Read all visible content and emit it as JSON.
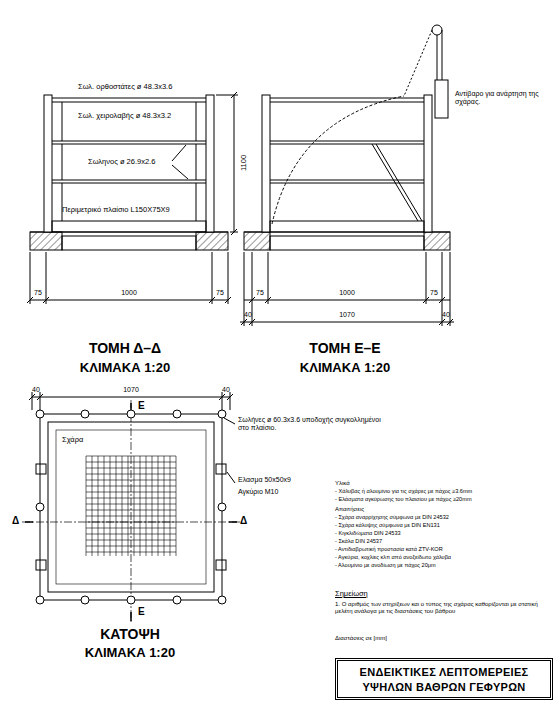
{
  "diagram": {
    "nodes": [
      {
        "text": [
          "ΕΝΔΕΙΚΤΙΚΕΣ ΛΕΠΤΟΜΕΡΕΙΕΣ ΥΨΗΛΩΝ ΒΑΘΡΩΝ ΓΕΦΥΡΩΝ"
        ]
      }
    ],
    "labels": [
      "Σωλ. ορθοστάτες ø 48.3x3.6",
      "Σωλ. χειρολαβής ø 48.3x3.2",
      "Σωληνος ø 26.9x2.6",
      "Περιμετρικό πλαίσιο L150X75X9",
      "1100",
      "75",
      "1000",
      "75",
      "ΤΟΜΗ Δ–Δ",
      "ΚΛΙΜΑΚΑ 1:20",
      "Αντίβαρο για ανάρτηση της σχάρας.",
      "75",
      "1000",
      "75",
      "40",
      "1070",
      "40",
      "ΤΟΜΗ Ε–Ε",
      "ΚΛΙΜΑΚΑ 1:20",
      "40",
      "1070",
      "40",
      "Ε",
      "Σωλήνες ø 60.3x3.6 υποδοχής συγκολλημένοι στο πλαίσιο.",
      "Σχάρα",
      "Ελασμα 50x50x9",
      "Αγκύριο M10",
      "Δ",
      "Δ",
      "Ε",
      "ΚΑΤΟΨΗ",
      "ΚΛΙΜΑΚΑ 1:20",
      "Υλικά",
      "- Χάλυβας ή αλουμίνιο για τις σχάρες με πάχος ≥3.6mm",
      "- Ελάσματα αγκύρωσης του πλαισίου με πάχος ≥20mm",
      "Απαιτήσεις",
      "- Σχάρα αναρρίχησης σύμφωνα με DIN 24532",
      "- Σχάρα κάλυψης σύμφωνα με DIN EN131",
      "- Κιγκλιδώματα DIN 24533",
      "- Σκάλα DIN 24537",
      "- Αντιδιαβρωτική προστασία κατά ZTV-KOR",
      "- Αγκύρια, κοχλίες κλπ από ανοξείδωτο χάλυβα",
      "- Αλουμίνιο με ανοδίωση με πάχος 20μm",
      "Σημείωση",
      "1. Ο αριθμός των στηρίξεων και ο τύπος της σχάρας καθορίζονται με στατική μελέτη ανάλογα με τις διαστάσεις του βάθρου",
      "Διαστάσεις σε [mm]"
    ]
  }
}
